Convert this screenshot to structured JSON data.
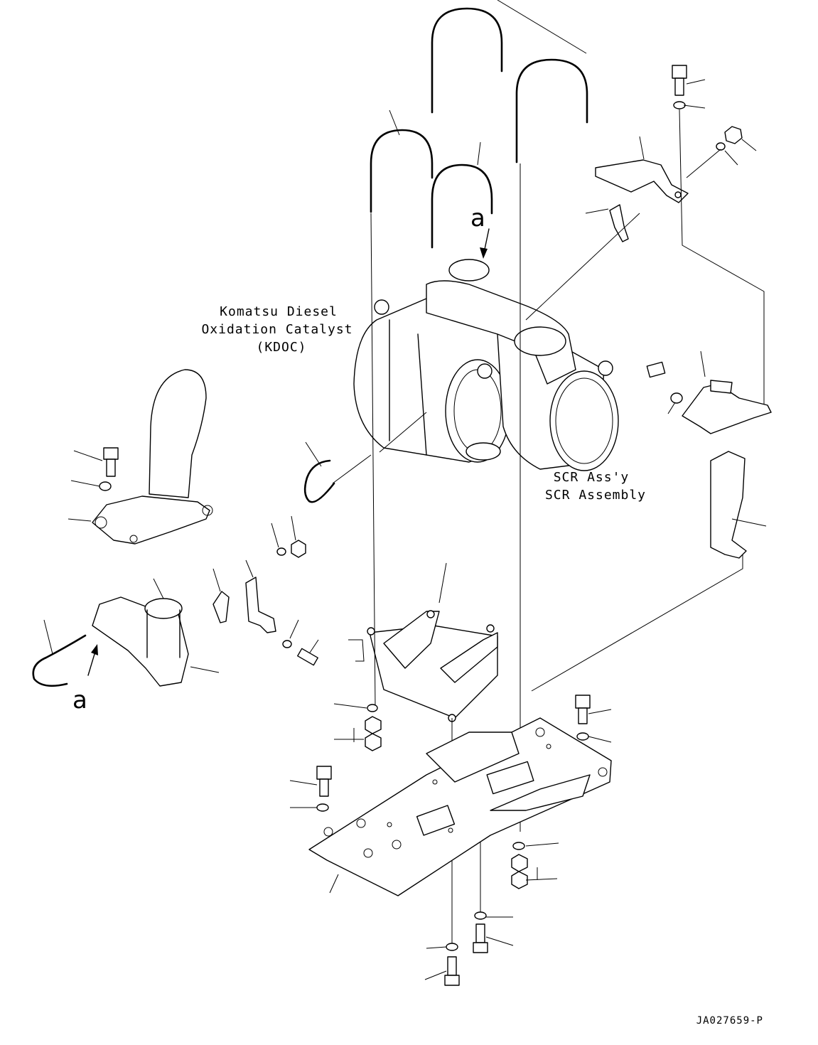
{
  "labels": {
    "kdoc_line1": "Komatsu Diesel",
    "kdoc_line2": "Oxidation Catalyst",
    "kdoc_line3": "(KDOC)",
    "scr_line1": "SCR Ass'y",
    "scr_line2": "SCR Assembly",
    "view_a_top": "a",
    "view_a_left": "a",
    "drawing_code": "JA027659-P"
  }
}
